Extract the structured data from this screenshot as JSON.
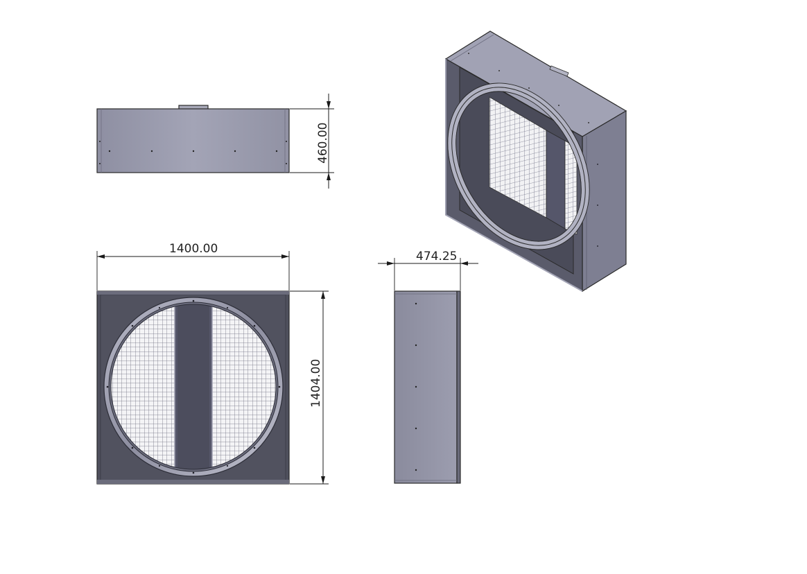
{
  "dimensions": {
    "height_top_view": "460.00",
    "width_front_view": "1400.00",
    "height_front_view": "1404.00",
    "depth_side_view": "474.25"
  },
  "colors": {
    "panel_light": "#9a9bae",
    "panel_mid": "#7d7e90",
    "panel_dark": "#5a5b6a",
    "frame_dark": "#4c4d5a",
    "mesh_background": "#f4f4f6",
    "mesh_line": "#6f7080",
    "dimension_line": "#1a1a1a"
  }
}
